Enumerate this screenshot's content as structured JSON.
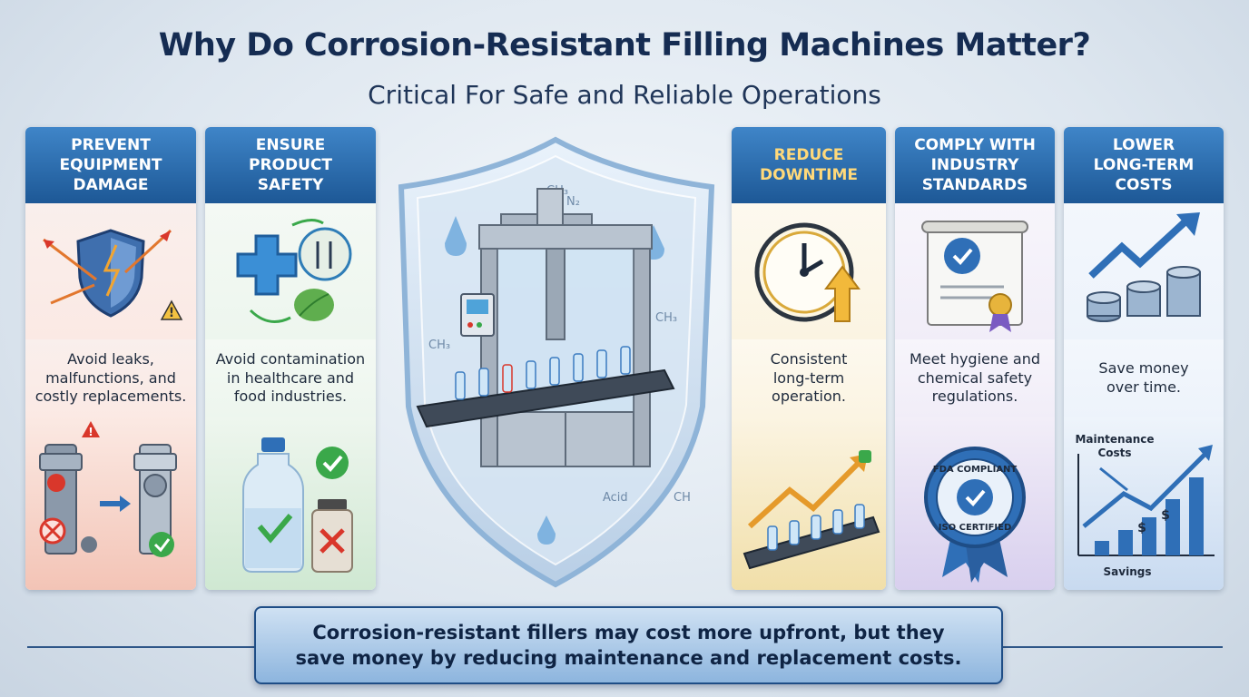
{
  "header": {
    "title": "Why Do Corrosion-Resistant Filling Machines Matter?",
    "subtitle": "Critical For Safe and Reliable Operations"
  },
  "cards": [
    {
      "heading": "Prevent\nEquipment\nDamage",
      "text": "Avoid leaks,\nmalfunctions, and\ncostly replacements.",
      "icon": "shield-spark-icon",
      "image": "pipe-repair-icon"
    },
    {
      "heading": "Ensure\nProduct\nSafety",
      "text": "Avoid contamination\nin healthcare and\nfood industries.",
      "icon": "health-food-cycle-icon",
      "image": "bottle-check-icon"
    },
    {
      "heading": "Reduce\nDowntime",
      "text": "Consistent\nlong-term\noperation.",
      "icon": "clock-arrow-icon",
      "image": "conveyor-growth-icon"
    },
    {
      "heading": "Comply With\nIndustry\nStandards",
      "text": "Meet hygiene and\nchemical safety\nregulations.",
      "icon": "certificate-icon",
      "image": "certified-seal-icon"
    },
    {
      "heading": "Lower\nLong-Term\nCosts",
      "text": "Save money\nover time.",
      "icon": "growth-coins-icon",
      "image": "cost-savings-chart-icon"
    }
  ],
  "seal": {
    "top_text": "FDA COMPLIANT",
    "bottom_text": "ISO CERTIFIED"
  },
  "cost_chart": {
    "top_label": "Maintenance\nCosts",
    "bottom_label": "Savings"
  },
  "shield_labels": {
    "chem1": "CH₃",
    "chem2": "N₂",
    "chem3": "CH₃",
    "chem4": "CH₃",
    "acid": "Acid",
    "chem5": "CH"
  },
  "footer": {
    "message": "Corrosion-resistant fillers may cost more upfront, but they\nsave money by reducing maintenance and replacement costs."
  },
  "colors": {
    "header_blue": "#1d5896",
    "accent_gold": "#ffd97a",
    "check_green": "#3aa84a",
    "alert_red": "#d9372b"
  }
}
